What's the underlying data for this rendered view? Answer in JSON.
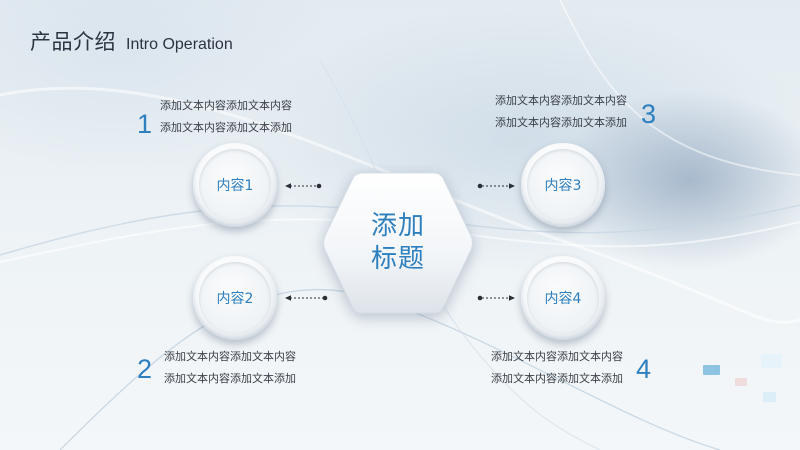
{
  "header": {
    "title_cn": "产品介绍",
    "title_en": "Intro Operation"
  },
  "center": {
    "line1": "添加",
    "line2": "标题"
  },
  "items": [
    {
      "number": "1",
      "label": "内容1",
      "lines": [
        "添加文本内容添加文本内容",
        "添加文本内容添加文本添加"
      ]
    },
    {
      "number": "2",
      "label": "内容2",
      "lines": [
        "添加文本内容添加文本内容",
        "添加文本内容添加文本添加"
      ]
    },
    {
      "number": "3",
      "label": "内容3",
      "lines": [
        "添加文本内容添加文本内容",
        "添加文本内容添加文本添加"
      ]
    },
    {
      "number": "4",
      "label": "内容4",
      "lines": [
        "添加文本内容添加文本内容",
        "添加文本内容添加文本添加"
      ]
    }
  ],
  "colors": {
    "accent": "#2d7fbe",
    "title_text": "#2c3442",
    "body_text": "#3a3f47"
  }
}
